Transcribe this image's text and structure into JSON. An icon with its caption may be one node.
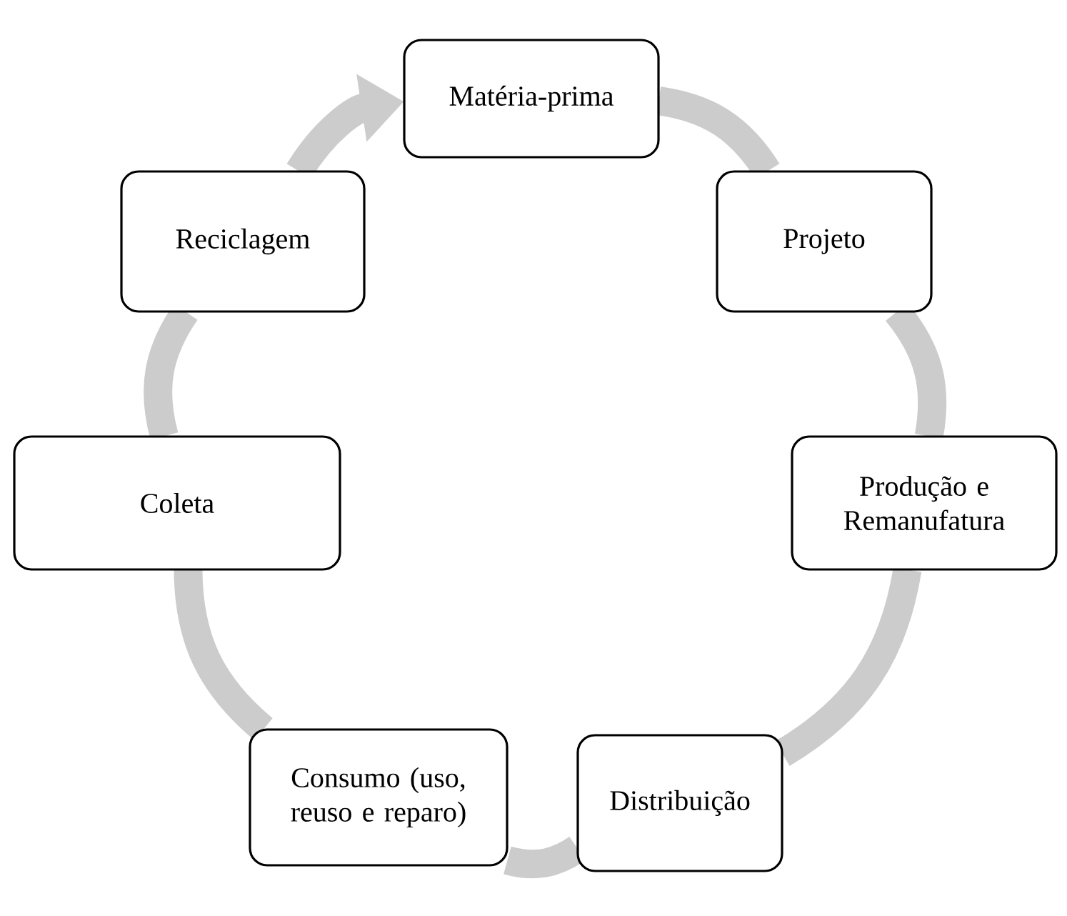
{
  "diagram": {
    "nodes": [
      {
        "text": [
          "Matéria-prima"
        ]
      },
      {
        "text": [
          "Projeto"
        ]
      },
      {
        "text": [
          "Produção e Remanufatura"
        ]
      },
      {
        "text": [
          "Distribuição"
        ]
      },
      {
        "text": [
          "Consumo (uso, reuso e reparo)"
        ]
      },
      {
        "text": [
          "Coleta"
        ]
      },
      {
        "text": [
          "Reciclagem"
        ]
      }
    ],
    "edges": [
      {
        "from": 0,
        "to": 1,
        "arrow": "none"
      },
      {
        "from": 1,
        "to": 2,
        "arrow": "none"
      },
      {
        "from": 2,
        "to": 3,
        "arrow": "none"
      },
      {
        "from": 3,
        "to": 4,
        "arrow": "none"
      },
      {
        "from": 4,
        "to": 5,
        "arrow": "none"
      },
      {
        "from": 5,
        "to": 6,
        "arrow": "none"
      },
      {
        "from": 6,
        "to": 0,
        "arrow": "to"
      }
    ]
  }
}
